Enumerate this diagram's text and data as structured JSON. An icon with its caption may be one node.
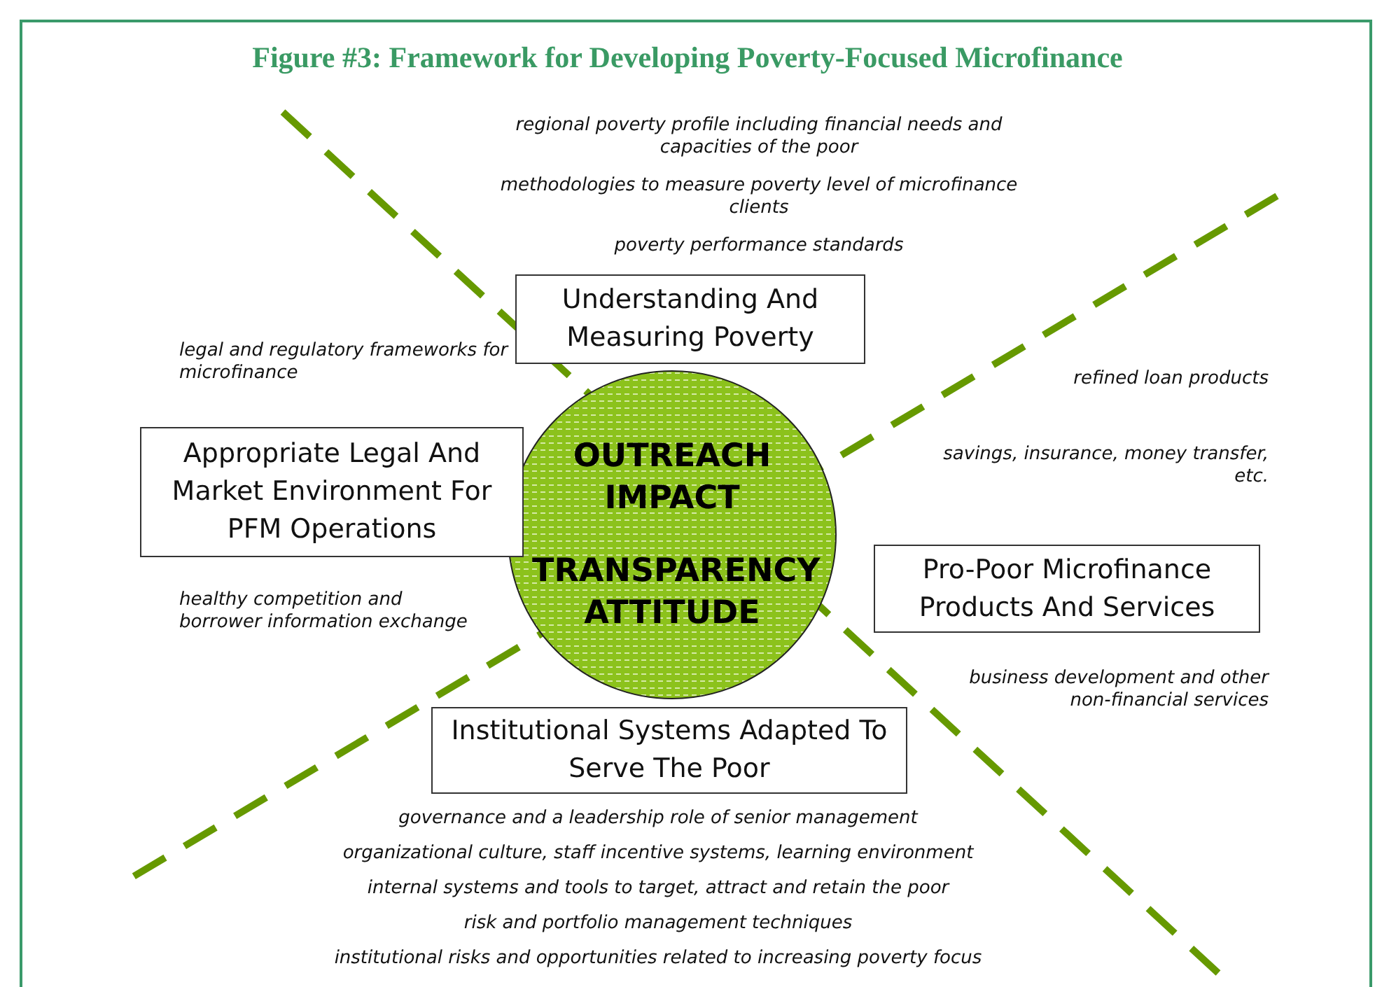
{
  "diagram": {
    "title": "Figure #3: Framework for Developing Poverty-Focused Microfinance",
    "nodes": [
      {
        "text": [
          "Understanding And Measuring Poverty"
        ]
      },
      {
        "text": [
          "Appropriate Legal And Market Environment For PFM Operations"
        ]
      },
      {
        "text": [
          "OUTREACH IMPACT",
          "TRANSPARENCY ATTITUDE"
        ]
      },
      {
        "text": [
          "Pro-Poor Microfinance Products And Services"
        ]
      },
      {
        "text": [
          "Institutional Systems Adapted To Serve The Poor"
        ]
      }
    ],
    "labels": [
      "regional poverty profile including financial needs and capacities of the poor",
      "methodologies to measure poverty level of microfinance clients",
      "poverty performance standards",
      "legal and regulatory frameworks for microfinance",
      "refined loan products",
      "savings, insurance, money transfer, etc.",
      "healthy competition and borrower information exchange",
      "business development and other non-financial services",
      "governance and a leadership role of senior management",
      "organizational culture, staff incentive systems, learning environment",
      "internal systems and tools to target, attract and retain the poor",
      "risk and portfolio management techniques",
      "institutional risks and opportunities related to increasing poverty focus"
    ]
  }
}
